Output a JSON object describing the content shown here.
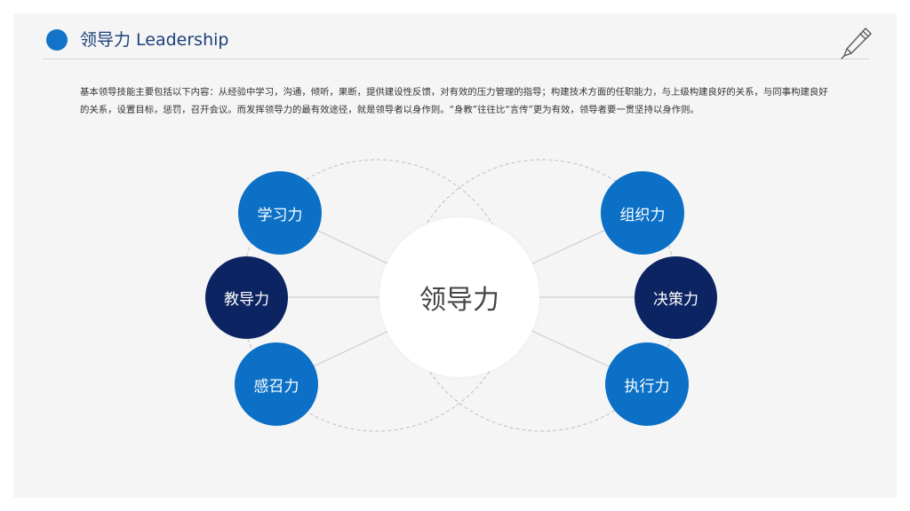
{
  "header": {
    "title": "领导力 Leadership"
  },
  "intro": {
    "text": "基本领导技能主要包括以下内容：从经验中学习，沟通，倾听，果断，提供建设性反馈，对有效的压力管理的指导；构建技术方面的任职能力，与上级构建良好的关系，与同事构建良好的关系，设置目标，惩罚，召开会议。而发挥领导力的最有效途径，就是领导者以身作则。“身教”往往比“言传”更为有效，领导者要一贯坚持以身作则。"
  },
  "diagram": {
    "center": "领导力",
    "left_nodes": [
      {
        "label": "学习力"
      },
      {
        "label": "教导力"
      },
      {
        "label": "感召力"
      }
    ],
    "right_nodes": [
      {
        "label": "组织力"
      },
      {
        "label": "决策力"
      },
      {
        "label": "执行力"
      }
    ]
  },
  "colors": {
    "accent": "#0b70c6",
    "dark": "#0c2461",
    "title": "#1d3f7a"
  },
  "icons": {
    "header_bullet": "circle-bullet-icon",
    "corner": "pen-icon"
  }
}
